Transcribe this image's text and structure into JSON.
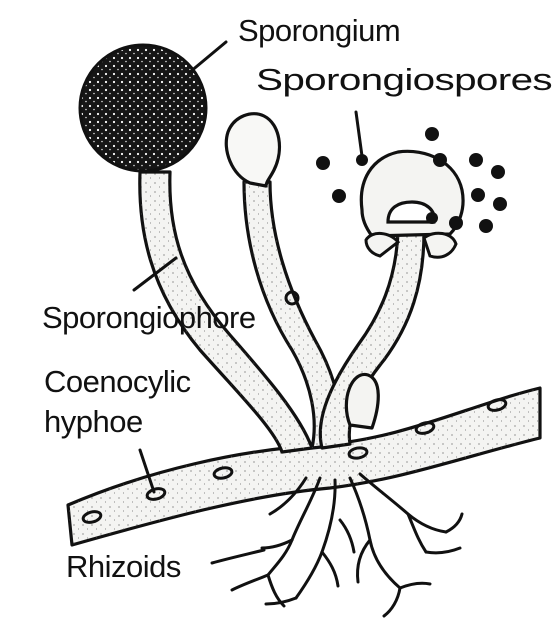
{
  "labels": {
    "sporangium": "Sporongium",
    "sporangiospores": "Sporongiospores",
    "sporangiophore": "Sporongiophore",
    "coenocytic_line1": "Coenocylic",
    "coenocytic_line2": "hyphoe",
    "rhizoids": "Rhizoids"
  },
  "colors": {
    "ink": "#111111",
    "background": "#ffffff",
    "fill": "#f4f4f2"
  }
}
